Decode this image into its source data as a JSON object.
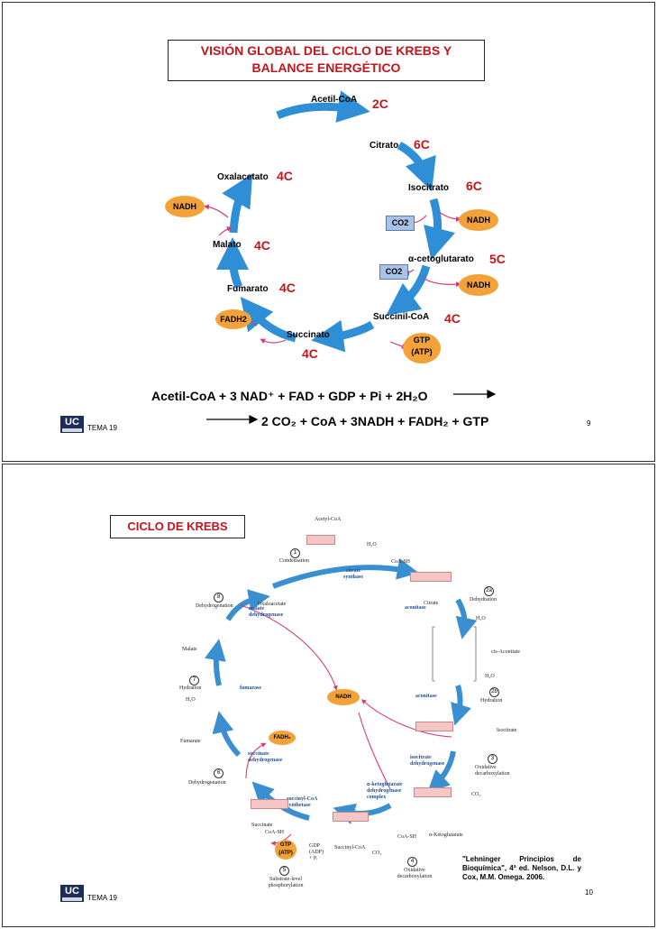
{
  "slide1": {
    "title": "VISIÓN GLOBAL DEL CICLO DE KREBS Y BALANCE ENERGÉTICO",
    "metabolites": {
      "acetil_coa": "Acetil-CoA",
      "citrato": "Citrato",
      "isocitrato": "Isocitrato",
      "cetoglutarato": "α-cetoglutarato",
      "succinil_coa": "Succinil-CoA",
      "succinato": "Succinato",
      "fumarato": "Fumarato",
      "malato": "Malato",
      "oxalacetato": "Oxalacetato"
    },
    "carbons": {
      "acetil_coa": "2C",
      "citrato": "6C",
      "isocitrato": "6C",
      "cetoglutarato": "5C",
      "succinil_coa": "4C",
      "succinato": "4C",
      "fumarato": "4C",
      "malato": "4C",
      "oxalacetato": "4C"
    },
    "cofactors": {
      "nadh": "NADH",
      "co2": "CO2",
      "fadh2": "FADH2",
      "gtp": "GTP",
      "atp": "(ATP)"
    },
    "equation_line1": "Acetil-CoA + 3 NAD⁺ + FAD + GDP + Pi + 2H₂O",
    "equation_line2": "2 CO₂ + CoA + 3NADH + FADH₂ + GTP",
    "page_number": "9",
    "footer": "TEMA 19",
    "logo": "UC"
  },
  "slide2": {
    "title": "CICLO DE KREBS",
    "steps": {
      "s1": "1",
      "s2a": "2a",
      "s2b": "2b",
      "s3": "3",
      "s4": "4",
      "s5": "5",
      "s6": "6",
      "s7": "7",
      "s8": "8"
    },
    "step_labels": {
      "condensation": "Condensation",
      "dehydration": "Dehydration",
      "hydration_2b": "Hydration",
      "oxidative_decarb_3": "Oxidative decarboxylation",
      "oxidative_decarb_4": "Oxidative decarboxylation",
      "substrate_level": "Substrate-level phosphorylation",
      "dehydrogenation_6": "Dehydrogenation",
      "hydration_7": "Hydration",
      "dehydrogenation_8": "Dehydrogenation"
    },
    "enzymes": {
      "citrate_synthase": "citrate synthase",
      "aconitase_1": "aconitase",
      "aconitase_2": "aconitase",
      "isocitrate_dh": "isocitrate dehydrogenase",
      "akg_dh": "α-ketoglutarate dehydrogenase complex",
      "succinyl_coa_synthetase": "succinyl-CoA synthetase",
      "succinate_dh": "succinate dehydrogenase",
      "fumarase": "fumarase",
      "malate_dh": "malate dehydrogenase"
    },
    "compounds": {
      "acetyl_coa": "Acetyl-CoA",
      "citrate": "Citrate",
      "cis_aconitate": "cis-Aconitate",
      "isocitrate": "Isocitrate",
      "akg": "α-Ketoglutarate",
      "succinyl_coa": "Succinyl-CoA",
      "succinate": "Succinate",
      "fumarate": "Fumarate",
      "malate": "Malate",
      "oxaloacetate": "Oxaloacetate"
    },
    "small": {
      "h2o": "H₂O",
      "coa_sh": "CoA-SH",
      "co2": "CO₂",
      "gdp": "GDP (ADP) + Pᵢ",
      "nadh": "NADH",
      "fadh2": "FADH₂",
      "gtp": "GTP",
      "atp": "(ATP)"
    },
    "reference": "\"Lehninger Principios de Bioquímica\", 4ª ed. Nelson, D.L. y Cox, M.M. Omega. 2006.",
    "page_number": "10",
    "footer": "TEMA 19",
    "logo": "UC"
  },
  "colors": {
    "accent_red": "#c0161c",
    "arrow_blue": "#2f8fd6",
    "cofactor_orange": "#f3a23a",
    "co2_box": "#a9c2e6",
    "pink_arrow": "#d63c7c"
  }
}
